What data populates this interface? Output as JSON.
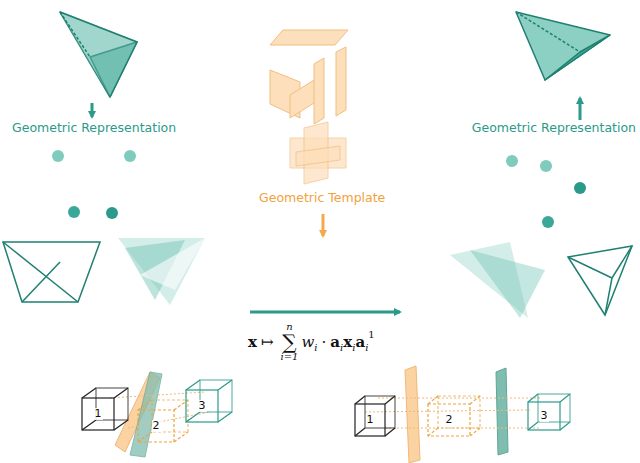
{
  "diagram": {
    "nodes": [
      {
        "text": [
          "1"
        ]
      },
      {
        "text": [
          "2"
        ]
      },
      {
        "text": [
          "3"
        ]
      },
      {
        "text": [
          "1"
        ]
      },
      {
        "text": [
          "2"
        ]
      },
      {
        "text": [
          "3"
        ]
      }
    ],
    "labels": [
      "Geometric Representation",
      "Geometric Template",
      "Geometric Representation",
      "x",
      "↦",
      "n",
      "∑",
      "i=1",
      "w",
      "i",
      "·",
      "a",
      "i",
      "x",
      "i",
      "a",
      "i",
      "1"
    ]
  }
}
